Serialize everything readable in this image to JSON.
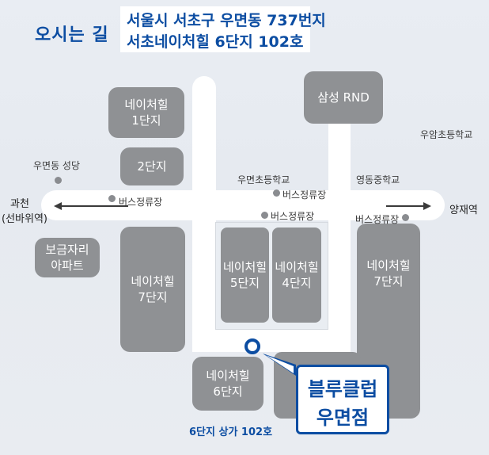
{
  "header": {
    "title": "오시는 길",
    "address_line1": "서울시 서초구 우면동 737번지",
    "address_line2": "서초네이처힐 6단지 102호"
  },
  "blocks": {
    "naturehill_1": "네이처힐\n1단지",
    "naturehill_2": "2단지",
    "samsung_rnd": "삼성 RND",
    "bogeumjari": "보금자리\n아파트",
    "naturehill_7_left": "네이처힐\n7단지",
    "naturehill_5": "네이처힐\n5단지",
    "naturehill_4": "네이처힐\n4단지",
    "naturehill_7_right": "네이처힐\n7단지",
    "naturehill_6": "네이처힐\n6단지"
  },
  "labels": {
    "umyeondong_church": "우면동 성당",
    "gwacheon": "과천",
    "seonbawi": "(선바위역)",
    "bus_stop": "버스정류장",
    "umyeon_elementary": "우면초등학교",
    "yeongdong_middle": "영동중학교",
    "uam_elementary": "우암초등학교",
    "yangjae": "양재역",
    "store_address": "6단지 상가 102호"
  },
  "store": {
    "name_line1": "블루클럽",
    "name_line2": "우면점"
  },
  "colors": {
    "brand": "#0c4da2",
    "block": "#8f9194",
    "road": "#ffffff",
    "background": "#e7ebf0"
  }
}
